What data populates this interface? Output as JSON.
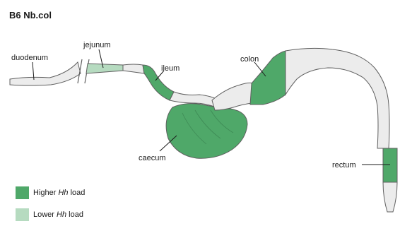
{
  "title": "B6 Nb.col",
  "labels": {
    "duodenum": "duodenum",
    "jejunum": "jejunum",
    "ileum": "ileum",
    "colon": "colon",
    "caecum": "caecum",
    "rectum": "rectum"
  },
  "legend": [
    {
      "prefix": "Higher ",
      "italic": "Hh",
      "suffix": " load",
      "color": "#4fa869"
    },
    {
      "prefix": "Lower ",
      "italic": "Hh",
      "suffix": " load",
      "color": "#b6dbc0"
    }
  ],
  "colors": {
    "higher": "#4fa869",
    "lower": "#b6dbc0",
    "tissue": "#ececec",
    "outline": "#5f5f5f"
  }
}
